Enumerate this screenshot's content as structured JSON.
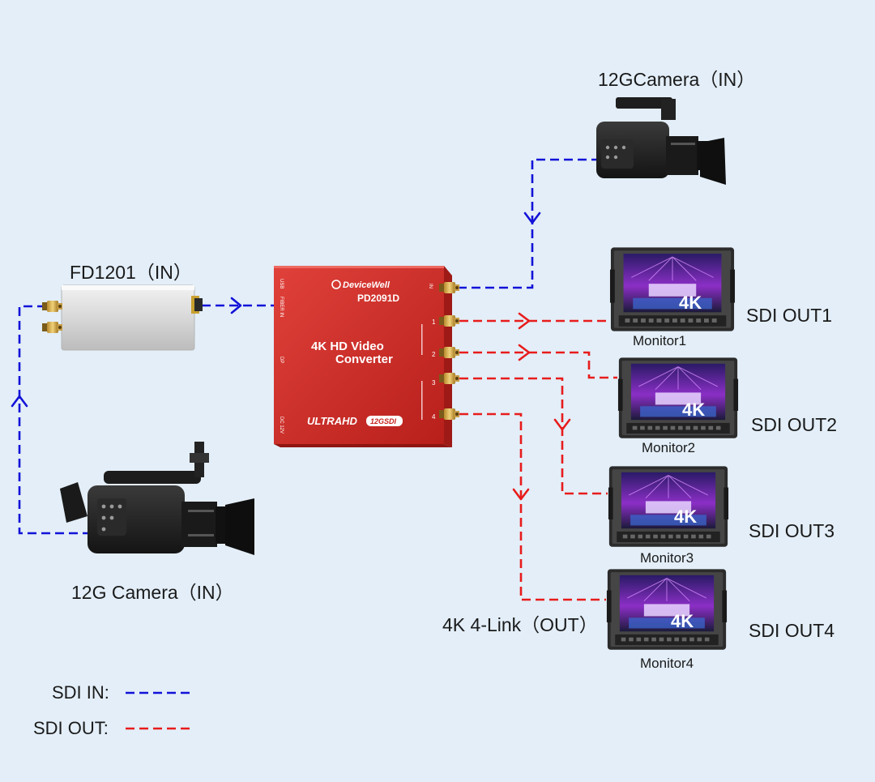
{
  "labels": {
    "camera_top": "12GCamera（IN）",
    "fd1201": "FD1201（IN）",
    "camera_bottom": "12G Camera（IN）",
    "four_link": "4K 4-Link（OUT）",
    "legend_in": "SDI IN:",
    "legend_out": "SDI OUT:"
  },
  "converter": {
    "brand": "DeviceWell",
    "model": "PD2091D",
    "title_line1": "4K  HD Video",
    "title_line2": "Converter",
    "ultrahd": "ULTRAHD",
    "badge": "12GSDI",
    "port_labels": [
      "1",
      "2",
      "3",
      "4"
    ],
    "side_label_in": "IN",
    "side_label_usb": "USB",
    "side_label_fiber": "FIBER IN",
    "side_label_dp": "DP",
    "side_label_dc": "DC 12V"
  },
  "screen_badge": "4K",
  "monitors": [
    {
      "name": "Monitor1",
      "out": "SDI OUT1"
    },
    {
      "name": "Monitor2",
      "out": "SDI OUT2"
    },
    {
      "name": "Monitor3",
      "out": "SDI OUT3"
    },
    {
      "name": "Monitor4",
      "out": "SDI OUT4"
    }
  ],
  "colors": {
    "sdi_in": "#1212d8",
    "sdi_out": "#e81c1c",
    "converter_red": "#d42a24",
    "background": "#e3eef8"
  }
}
